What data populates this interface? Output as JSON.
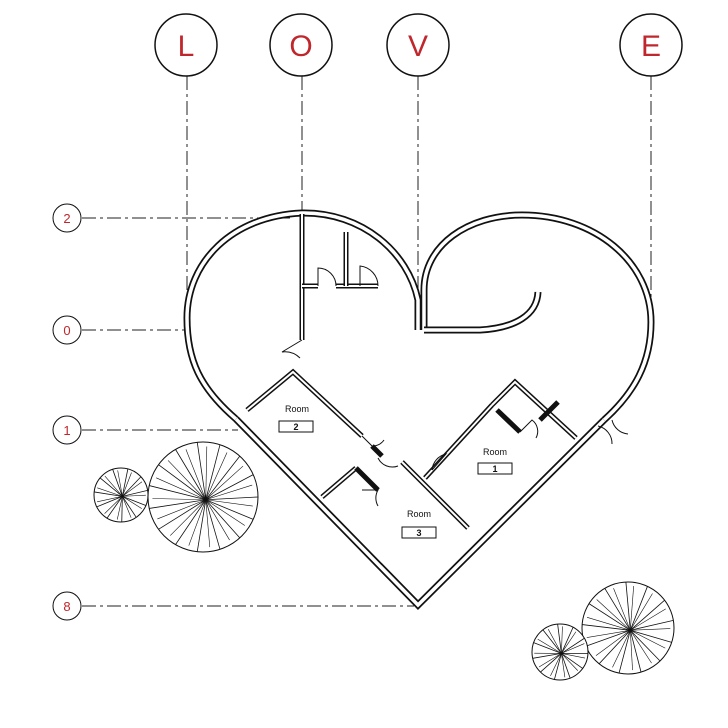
{
  "grid_columns": [
    {
      "label": "L",
      "color": "#c0272d"
    },
    {
      "label": "O",
      "color": "#c0272d"
    },
    {
      "label": "V",
      "color": "#c0272d"
    },
    {
      "label": "E",
      "color": "#c0272d"
    }
  ],
  "levels": [
    {
      "label": "2"
    },
    {
      "label": "0"
    },
    {
      "label": "1"
    },
    {
      "label": "8"
    }
  ],
  "rooms": [
    {
      "name": "Room",
      "number": "2"
    },
    {
      "name": "Room",
      "number": "1"
    },
    {
      "name": "Room",
      "number": "3"
    }
  ]
}
